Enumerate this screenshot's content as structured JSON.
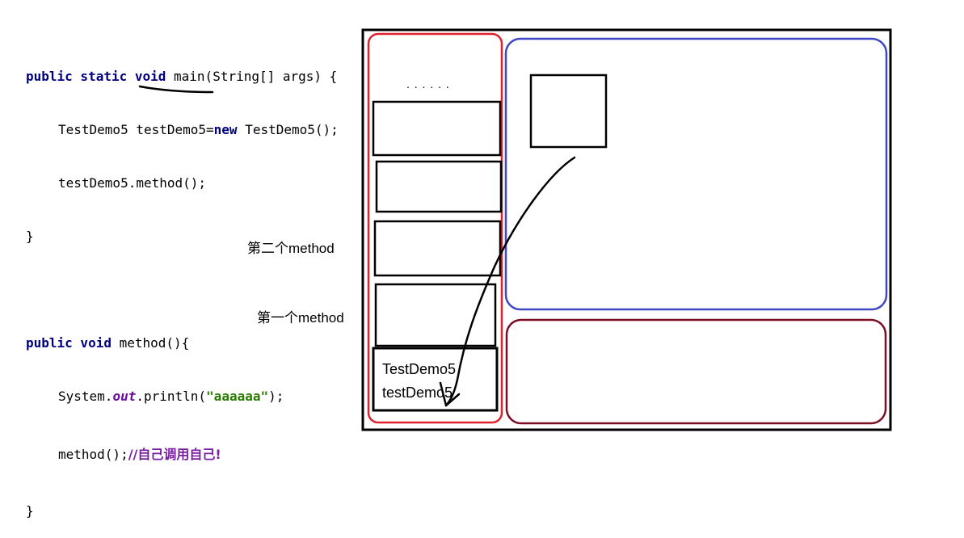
{
  "code": {
    "line1": {
      "kw": "public static void",
      "rest": " main(String[] args) {"
    },
    "line2": {
      "a": "TestDemo5 testDemo5=",
      "kw": "new",
      "b": " TestDemo5();"
    },
    "line3": {
      "text": "testDemo5.method();"
    },
    "line4": {
      "text": "}"
    },
    "line5": {
      "kw": "public void",
      "rest": " method(){"
    },
    "line6": {
      "a": "System.",
      "field": "out",
      "b": ".println(",
      "str": "\"aaaaaa\"",
      "c": ");"
    },
    "line7": {
      "a": "method();",
      "comment": "//自己调用自己!"
    },
    "line8": {
      "text": "}"
    }
  },
  "labels": {
    "second_method": "第二个method",
    "first_method": "第一个method",
    "ellipsis": ". . . . . .",
    "frame_class": "TestDemo5",
    "frame_var": "testDemo5"
  },
  "colors": {
    "stack": "#e0202e",
    "heap": "#3f47c4",
    "method_area": "#7a0f24",
    "outline": "#000000"
  }
}
